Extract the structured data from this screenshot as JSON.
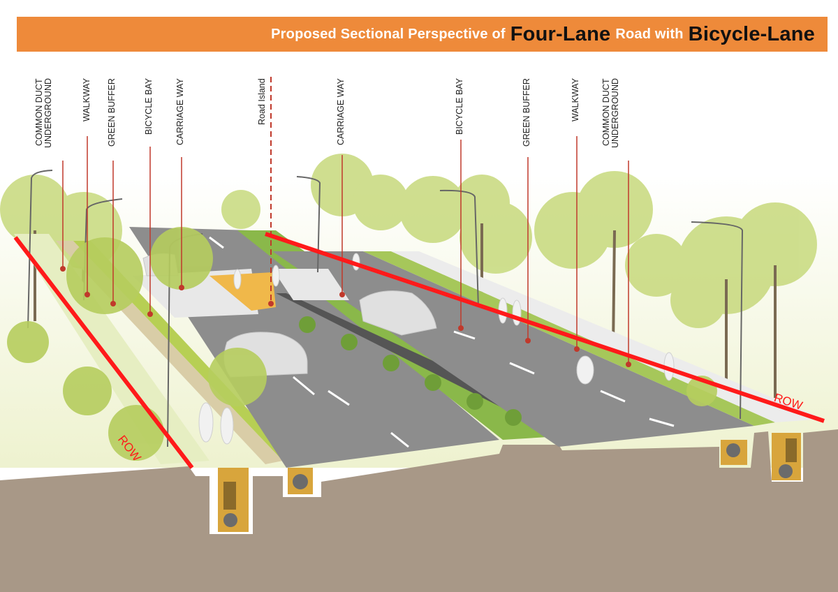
{
  "title": {
    "part1": "Proposed Sectional Perspective of",
    "part2": "Four-Lane",
    "part3": "Road with",
    "part4": "Bicycle-Lane"
  },
  "labels": {
    "common_duct_left": "COMMON DUCT\nUNDERGROUND",
    "walkway_left": "WALKWAY",
    "green_buffer_left": "GREEN BUFFER",
    "bicycle_bay_left": "BICYCLE BAY",
    "carriage_way_left": "CARRIAGE WAY",
    "road_island": "Road Island",
    "carriage_way_right": "CARRIAGE WAY",
    "bicycle_bay_right": "BICYCLE BAY",
    "green_buffer_right": "GREEN BUFFER",
    "walkway_right": "WALKWAY",
    "common_duct_right": "COMMON DUCT\nUNDERGROUND"
  },
  "row_labels": {
    "left": "ROW",
    "right": "ROW"
  },
  "colors": {
    "banner": "#ee8a3a",
    "row_line": "#ff1a1a",
    "leader_line": "#c0392b",
    "ground": "#a89887",
    "road": "#8d8d8d",
    "tree": "#bcd16a",
    "duct": "#d8a53c"
  }
}
